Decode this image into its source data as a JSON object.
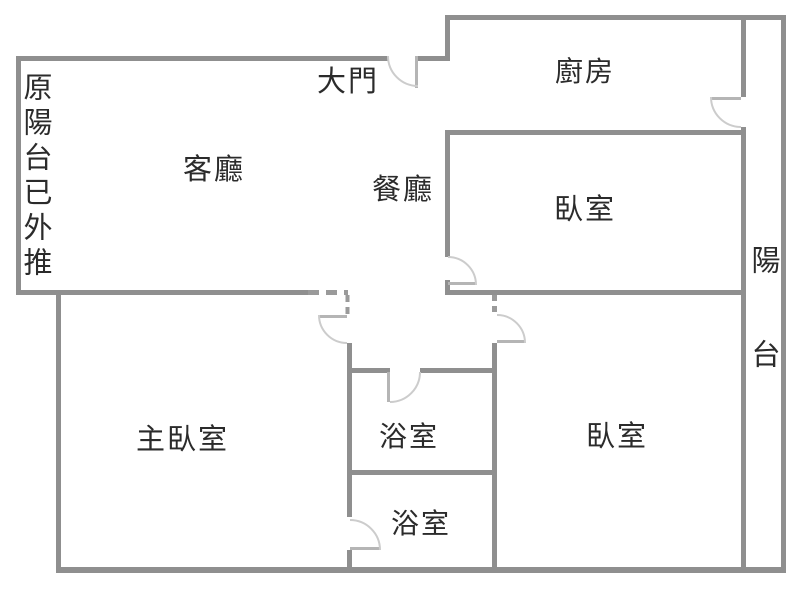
{
  "floorplan": {
    "rooms": {
      "balcony_note": "原陽台已外推",
      "entrance": "大門",
      "kitchen": "廚房",
      "living": "客廳",
      "dining": "餐廳",
      "bedroom_top": "臥室",
      "balcony": "陽台",
      "master_bedroom": "主臥室",
      "bathroom_upper": "浴室",
      "bathroom_lower": "浴室",
      "bedroom_bottom": "臥室"
    },
    "colors": {
      "background": "#ffffff",
      "wall": "#8f8f8f",
      "dashed_wall": "#9a9a9a",
      "door_arc": "#cccccc",
      "door_panel": "#b5b5b5",
      "text": "#2b2b2b"
    }
  }
}
